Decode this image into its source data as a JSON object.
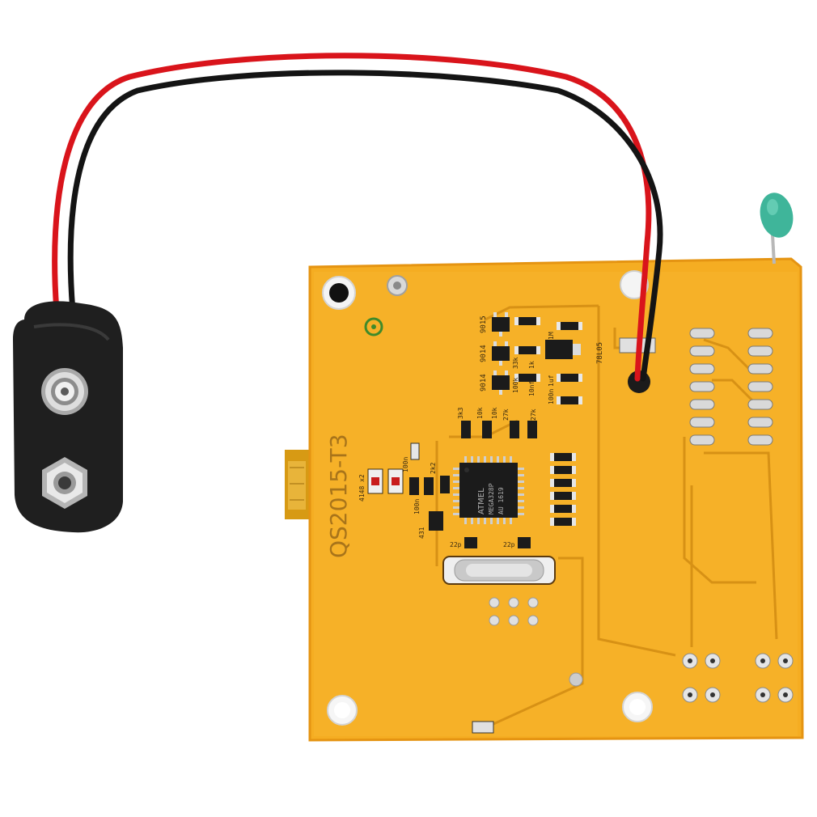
{
  "photo": {
    "subject": "LCR-T4 style transistor tester PCB with 9V battery snap connector",
    "colors": {
      "background": "#ffffff",
      "pcb": "#f5ad22",
      "pcb_edge": "#e79a17",
      "trace": "#d8961c",
      "battery_clip": "#1f1f1f",
      "wire_red": "#d9141b",
      "wire_black": "#141414",
      "pad": "#dcdcdc",
      "chip": "#1b1b1b",
      "crystal": "#cfcfcf",
      "capacitor_tip": "#3fb59a"
    }
  },
  "board": {
    "model_label": "QS2015-T3",
    "chip": {
      "brand": "ATMEL",
      "part": "MEGA328P",
      "code": "AU 1619"
    },
    "regulator_label": "78L05",
    "diode_label": "4148 x2",
    "ref_label": "431",
    "transistor_labels": [
      "9015",
      "9014",
      "9014"
    ],
    "component_values": [
      "100n",
      "22p",
      "22p",
      "1M",
      "1k",
      "10nf",
      "100n",
      "1uf",
      "100k",
      "33k",
      "27k",
      "27k",
      "10k",
      "10k",
      "3k3",
      "2k2",
      "100n"
    ]
  }
}
